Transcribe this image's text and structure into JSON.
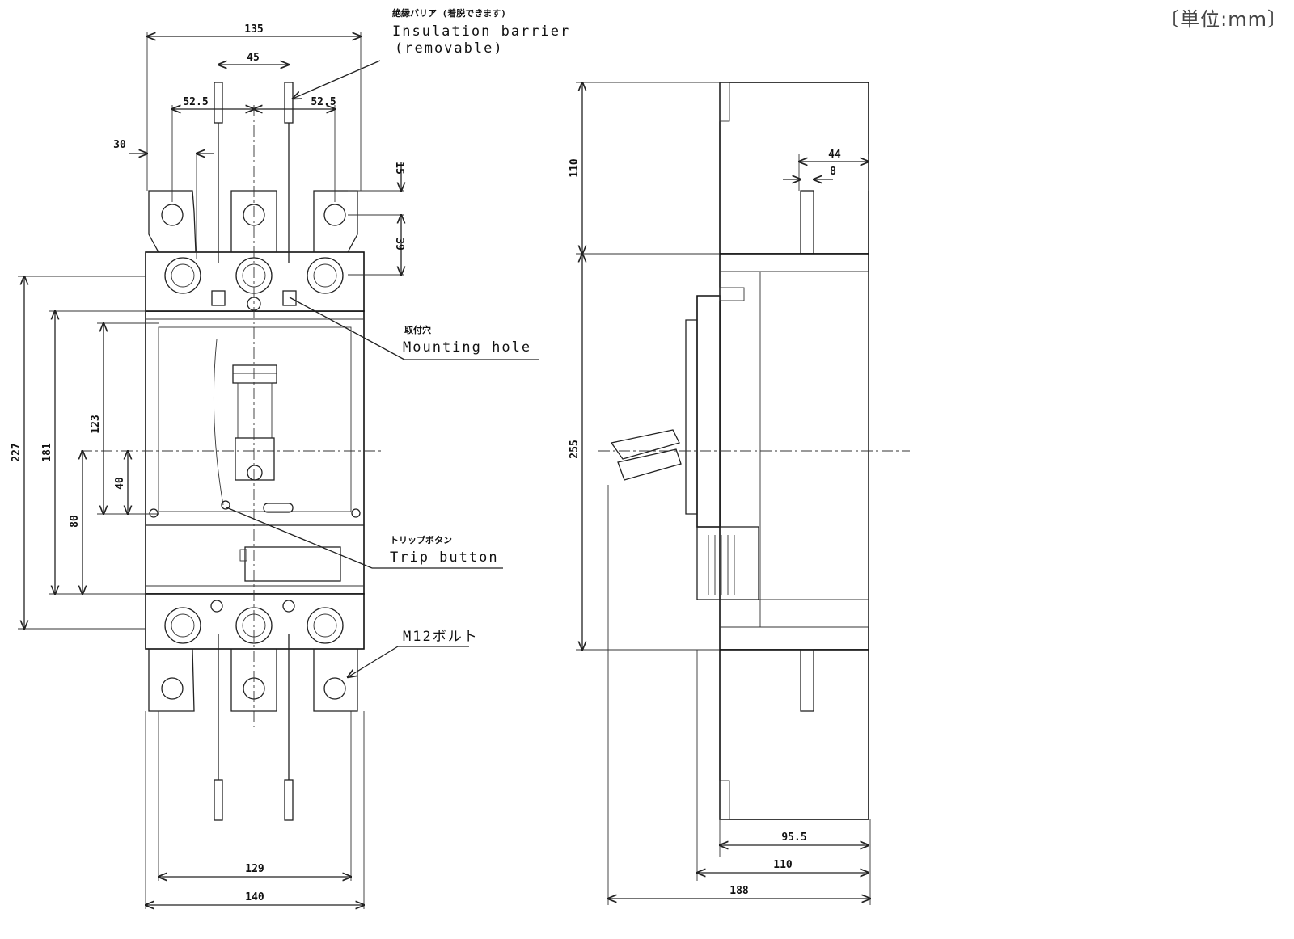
{
  "unit_label": "〔単位:mm〕",
  "callouts": {
    "barrier_jp": "絶縁バリア (着脱できます)",
    "barrier_en_1": "Insulation barrier",
    "barrier_en_2": "(removable)",
    "mounting_jp": "取付穴",
    "mounting_en": "Mounting hole",
    "trip_jp": "トリップボタン",
    "trip_en": "Trip button",
    "bolt": "M12ボルト"
  },
  "front_view": {
    "dims": {
      "overall_width_top": "135",
      "pole_pitch": "45",
      "left_terminal_offset": "52.5",
      "right_terminal_offset": "52.5",
      "left_edge_30": "30",
      "hole_offset_15": "15",
      "terminal_length_39": "39",
      "height_227": "227",
      "height_181": "181",
      "height_123": "123",
      "height_80": "80",
      "height_40": "40",
      "width_129": "129",
      "width_140": "140"
    }
  },
  "side_view": {
    "dims": {
      "height_110": "110",
      "height_255": "255",
      "w_44": "44",
      "w_8": "8",
      "d_95_5": "95.5",
      "d_110": "110",
      "d_188": "188"
    }
  }
}
